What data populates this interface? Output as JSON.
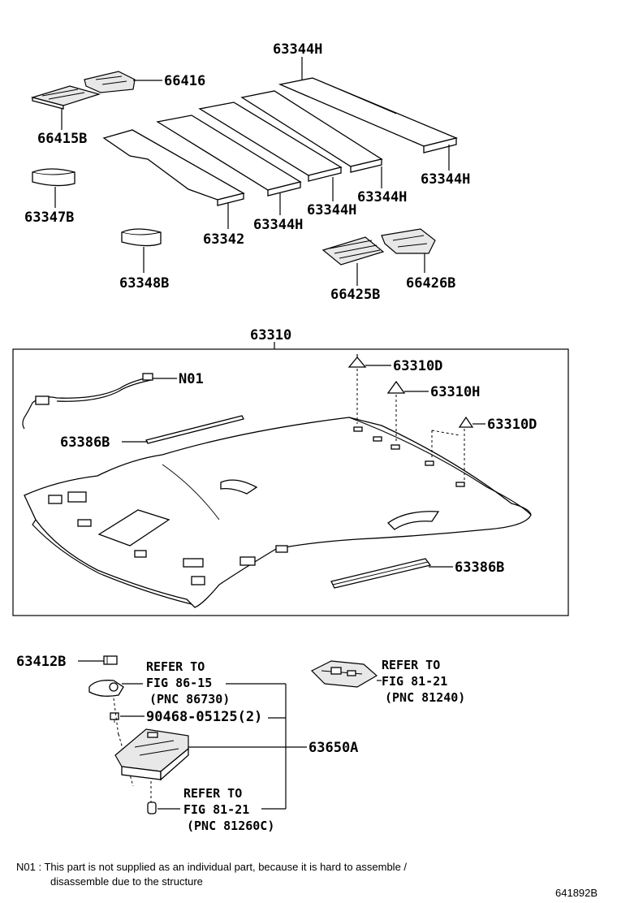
{
  "labels": {
    "p63344H_top": "63344H",
    "p66416": "66416",
    "p66415B": "66415B",
    "p63347B": "63347B",
    "p63342": "63342",
    "p63344H_a": "63344H",
    "p63344H_b": "63344H",
    "p63344H_c": "63344H",
    "p63344H_d": "63344H",
    "p63348B": "63348B",
    "p66425B": "66425B",
    "p66426B": "66426B",
    "p63310": "63310",
    "p63310D_a": "63310D",
    "p63310H": "63310H",
    "p63310D_b": "63310D",
    "pN01": "N01",
    "p63386B_a": "63386B",
    "p63386B_b": "63386B",
    "p63412B": "63412B",
    "p90468": "90468-05125(2)",
    "p63650A": "63650A"
  },
  "refs": {
    "ref1": {
      "line1": "REFER TO",
      "line2": "FIG 86-15",
      "line3": "(PNC 86730)"
    },
    "ref2": {
      "line1": "REFER TO",
      "line2": "FIG 81-21",
      "line3": "(PNC 81240)"
    },
    "ref3": {
      "line1": "REFER TO",
      "line2": "FIG 81-21",
      "line3": "(PNC 81260C)"
    }
  },
  "footnote": {
    "line1": "N01 : This part is not supplied as an individual part, because it is hard to assemble /",
    "line2": "disassemble due to the structure"
  },
  "figure_id": "641892B"
}
